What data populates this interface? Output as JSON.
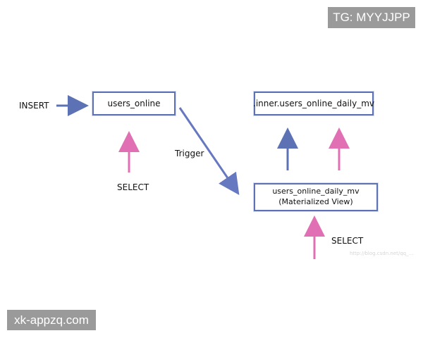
{
  "diagram": {
    "nodes": {
      "users_online": "users_online",
      "inner_mv": ".inner.users_online_daily_mv",
      "mv_line1": "users_online_daily_mv",
      "mv_line2": "(Materialized View)"
    },
    "labels": {
      "insert": "INSERT",
      "select_left": "SELECT",
      "trigger": "Trigger",
      "select_right": "SELECT"
    },
    "colors": {
      "insert_arrow": "#5d72b5",
      "trigger_arrow": "#6678c0",
      "select_arrow": "#e06fb4",
      "box_border": "#5d72b5",
      "blue_up_arrow": "#5d72b5"
    }
  },
  "overlays": {
    "tg_watermark": "TG: MYYJJPP",
    "site_watermark": "xk-appzq.com",
    "faint_url": "http://blog.csdn.net/qq_..."
  }
}
